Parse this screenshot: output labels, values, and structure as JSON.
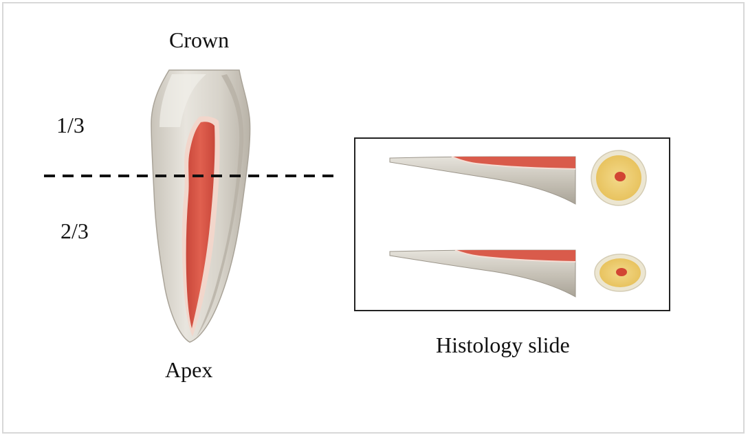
{
  "labels": {
    "crown": "Crown",
    "apex": "Apex",
    "one_third": "1/3",
    "two_thirds": "2/3",
    "histology_slide": "Histology slide"
  },
  "colors": {
    "dentin": "#d9d6cf",
    "dentin_shadow": "#b7b2a8",
    "pulp": "#d8594a",
    "pulp_edge": "#f3d8cf",
    "section_ring": "#ede6cf",
    "section_core": "#efcf72",
    "frame": "#d8d8d8",
    "panel_border": "#222222",
    "cut_line": "#111111"
  }
}
